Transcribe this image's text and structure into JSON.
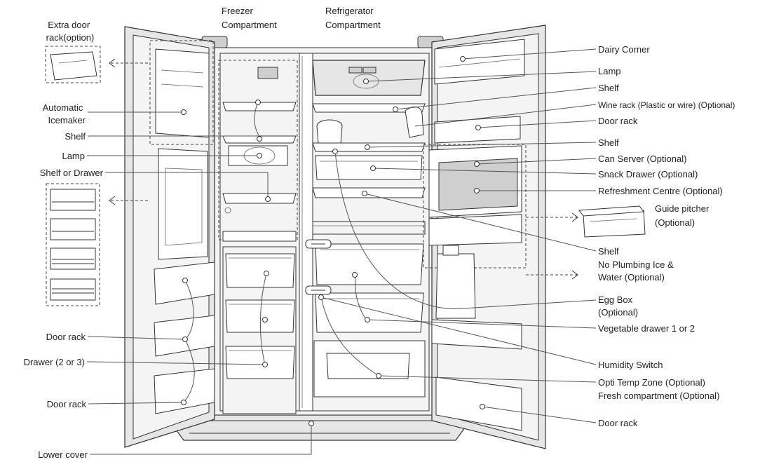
{
  "top_labels": {
    "freezer": [
      "Freezer",
      "Compartment"
    ],
    "refrigerator": [
      "Refrigerator",
      "Compartment"
    ]
  },
  "left_labels": {
    "extra_door_rack": [
      "Extra door",
      "rack(option)"
    ],
    "automatic_icemaker": [
      "Automatic",
      "Icemaker"
    ],
    "shelf": "Shelf",
    "lamp": "Lamp",
    "shelf_or_drawer": "Shelf or Drawer",
    "door_rack_1": "Door rack",
    "drawer": "Drawer (2 or 3)",
    "door_rack_2": "Door rack",
    "lower_cover": "Lower cover"
  },
  "right_labels": {
    "dairy_corner": "Dairy Corner",
    "lamp": "Lamp",
    "shelf_1": "Shelf",
    "wine_rack": "Wine rack (Plastic or wire) (Optional)",
    "door_rack_1": "Door rack",
    "shelf_2": "Shelf",
    "can_server": "Can Server (Optional)",
    "snack_drawer": "Snack Drawer (Optional)",
    "refreshment_centre": "Refreshment Centre (Optional)",
    "guide_pitcher": [
      "Guide pitcher",
      "(Optional)"
    ],
    "shelf_3": "Shelf",
    "no_plumbing": [
      "No Plumbing Ice &",
      "Water (Optional)"
    ],
    "egg_box": [
      "Egg Box",
      "(Optional)"
    ],
    "vegetable_drawer": "Vegetable drawer 1 or 2",
    "humidity_switch": "Humidity Switch",
    "opti_temp_zone": "Opti Temp Zone (Optional)",
    "fresh_compartment": "Fresh compartment (Optional)",
    "door_rack_2": "Door rack"
  }
}
